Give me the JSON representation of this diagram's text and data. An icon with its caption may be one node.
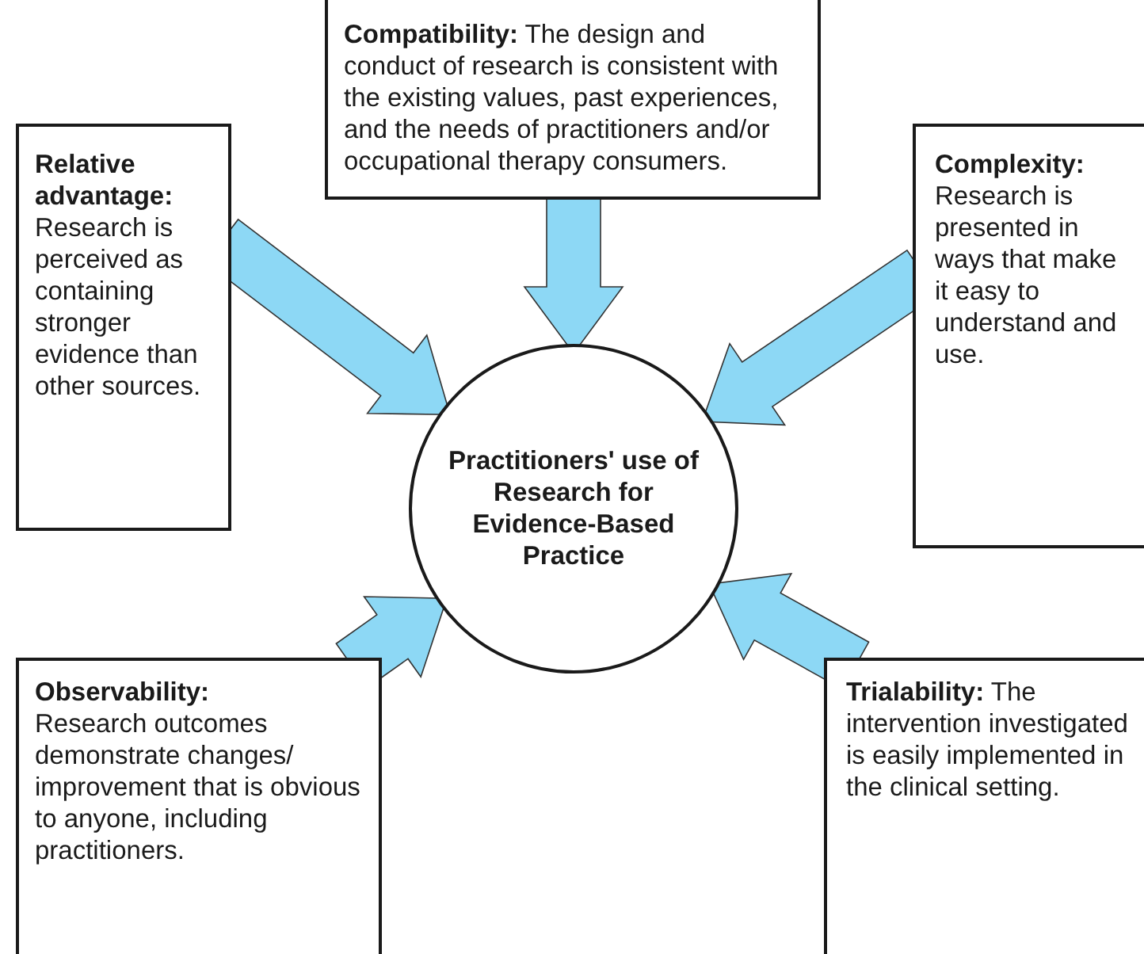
{
  "diagram": {
    "nodes": [
      {
        "text": [
          "**Compatibility:** The design and conduct of research is consistent with the existing values, past experiences, and the needs of practitioners and/or occupational therapy consumers."
        ]
      },
      {
        "text": [
          "Relative advantage:",
          "Research is perceived as containing stronger evidence than other sources."
        ]
      },
      {
        "text": [
          "Complexity:",
          "Research is presented in ways that make it easy to understand and use."
        ]
      },
      {
        "text": [
          "Observability:",
          "Research outcomes demonstrate changes/ improvement that is obvious to anyone, including practitioners."
        ]
      },
      {
        "text": [
          "**Trialability:** The intervention investigated is easily implemented in the clinical setting."
        ]
      },
      {
        "text": [
          "Practitioners' use of Research for Evidence-Based Practice"
        ]
      }
    ],
    "edges": [
      {
        "from": 0,
        "to": 5,
        "arrow": "to"
      },
      {
        "from": 1,
        "to": 5,
        "arrow": "to"
      },
      {
        "from": 2,
        "to": 5,
        "arrow": "to"
      },
      {
        "from": 3,
        "to": 5,
        "arrow": "to"
      },
      {
        "from": 4,
        "to": 5,
        "arrow": "to"
      }
    ]
  }
}
